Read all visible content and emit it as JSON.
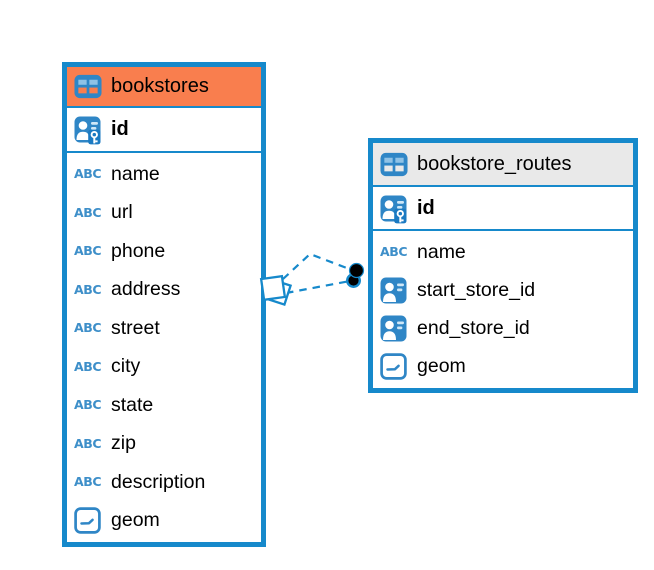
{
  "diagram": {
    "colors": {
      "accent_blue": "#1689CB",
      "icon_blue": "#3E8FC9",
      "icon_fill_blue": "#2F86C6",
      "icon_light_blue": "#8FC2E6",
      "header_selected_orange": "#F97E4E",
      "header_gray": "#E9E9E9",
      "endpoint_black": "#000000"
    },
    "tables": [
      {
        "name": "bookstores",
        "header_color": "#F97E4E",
        "header_icon": "table-icon",
        "primary_key": "id",
        "primary_key_icon": "primary-key-icon",
        "columns": [
          {
            "name": "name",
            "icon": "text-column-icon"
          },
          {
            "name": "url",
            "icon": "text-column-icon"
          },
          {
            "name": "phone",
            "icon": "text-column-icon"
          },
          {
            "name": "address",
            "icon": "text-column-icon"
          },
          {
            "name": "street",
            "icon": "text-column-icon"
          },
          {
            "name": "city",
            "icon": "text-column-icon"
          },
          {
            "name": "state",
            "icon": "text-column-icon"
          },
          {
            "name": "zip",
            "icon": "text-column-icon"
          },
          {
            "name": "description",
            "icon": "text-column-icon"
          },
          {
            "name": "geom",
            "icon": "geometry-column-icon"
          }
        ]
      },
      {
        "name": "bookstore_routes",
        "header_color": "#E9E9E9",
        "header_icon": "table-icon",
        "primary_key": "id",
        "primary_key_icon": "primary-key-icon",
        "columns": [
          {
            "name": "name",
            "icon": "text-column-icon"
          },
          {
            "name": "start_store_id",
            "icon": "reference-column-icon"
          },
          {
            "name": "end_store_id",
            "icon": "reference-column-icon"
          },
          {
            "name": "geom",
            "icon": "geometry-column-icon"
          }
        ]
      }
    ],
    "relationships": [
      {
        "from_table": "bookstores",
        "to_table": "bookstore_routes",
        "line_style": "dashed",
        "from_marker": "diamond",
        "to_marker": "dot"
      },
      {
        "from_table": "bookstores",
        "to_table": "bookstore_routes",
        "line_style": "dashed",
        "from_marker": "diamond",
        "to_marker": "dot"
      }
    ]
  }
}
